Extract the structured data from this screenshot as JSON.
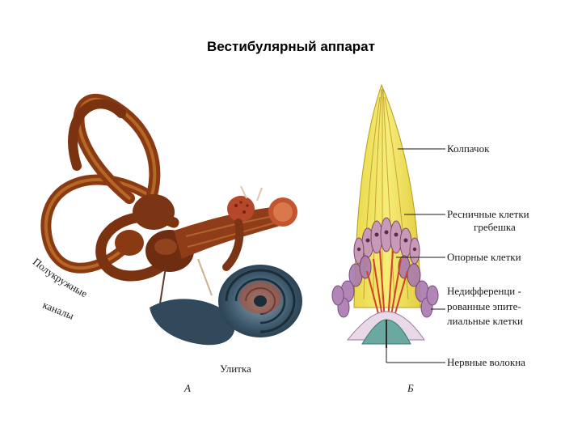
{
  "title": "Вестибулярный  аппарат",
  "figure_a": {
    "letter": "А",
    "label_canals_line1": "Полукружные",
    "label_canals_line2": "каналы",
    "label_cochlea": "Улитка"
  },
  "figure_b": {
    "letter": "Б",
    "labels": {
      "cap": "Колпачок",
      "hair_cells_1": "Ресничные клетки",
      "hair_cells_2": "гребешка",
      "support_cells": "Опорные клетки",
      "undiff_1": "Недифференци -",
      "undiff_2": "рованные эпите-",
      "undiff_3": "лиальные клетки",
      "nerve": "Нервные волокна"
    }
  },
  "colors": {
    "canal_brown": "#8a3a12",
    "canal_light": "#c77a2e",
    "cochlea_blue": "#3e5a6c",
    "cochlea_red": "#b5482a",
    "cupula_yellow": "#f1e45a",
    "cell_pink": "#c99ab8",
    "cell_red": "#d2402a"
  }
}
